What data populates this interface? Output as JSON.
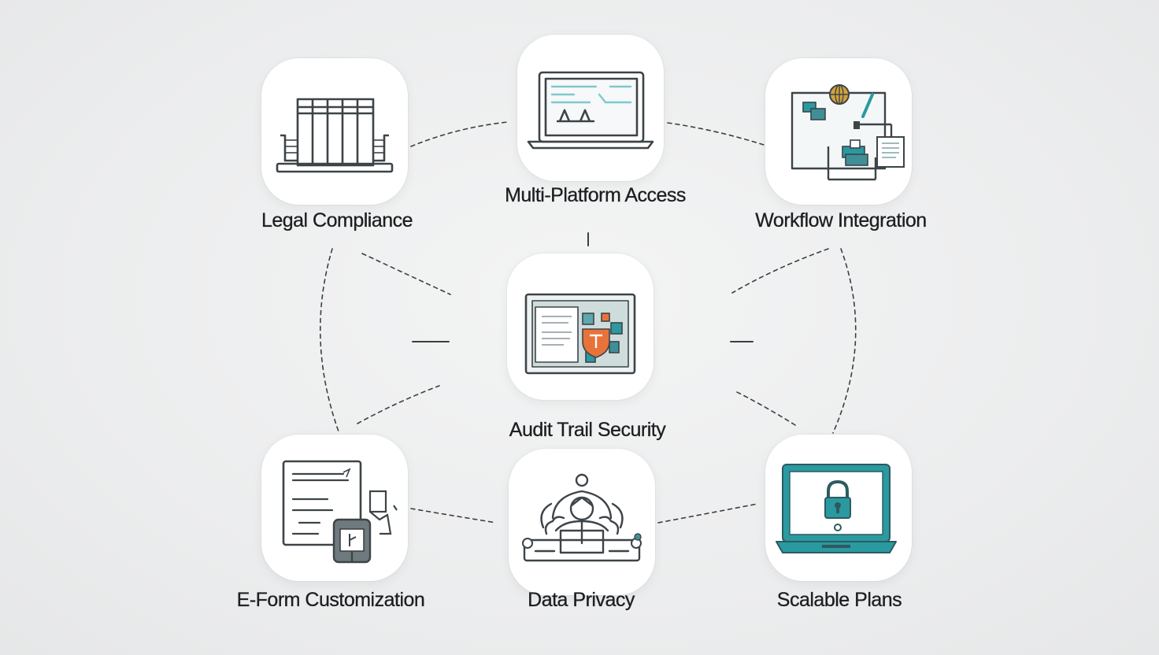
{
  "colors": {
    "stroke": "#3d4448",
    "teal": "#2a9aa0",
    "teal_light": "#7fc8cc",
    "orange": "#e8733a",
    "gold": "#d4a23c",
    "pale": "#eef3f4",
    "connector": "#3a3f43"
  },
  "nodes": {
    "legal_compliance": {
      "label": "Legal Compliance",
      "icon": "bookshelf-icon"
    },
    "multi_platform": {
      "label": "Multi-Platform Access",
      "icon": "laptop-icon"
    },
    "workflow": {
      "label": "Workflow Integration",
      "icon": "workflow-icon"
    },
    "audit_trail": {
      "label": "Audit Trail Security",
      "icon": "shield-document-icon"
    },
    "eform": {
      "label": "E-Form Customization",
      "icon": "form-icon"
    },
    "data_privacy": {
      "label": "Data Privacy",
      "icon": "person-privacy-icon"
    },
    "scalable": {
      "label": "Scalable Plans",
      "icon": "lock-screen-icon"
    }
  }
}
